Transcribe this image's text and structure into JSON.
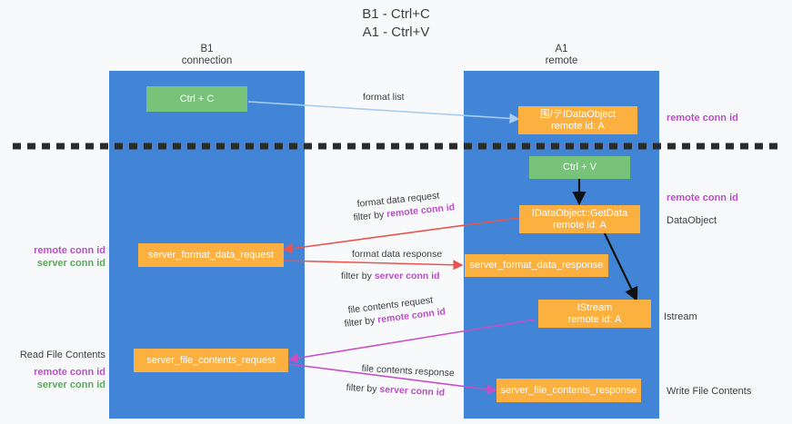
{
  "title": {
    "line1": "B1 - Ctrl+C",
    "line2": "A1 - Ctrl+V"
  },
  "columns": [
    {
      "name": "B1",
      "sub": "connection"
    },
    {
      "name": "A1",
      "sub": "remote"
    }
  ],
  "boxes": {
    "ctrl_c": "Ctrl + C",
    "ctrl_v": "Ctrl + V",
    "idataobject": "IDataObject",
    "idataobject_prefix": "围/テ",
    "idataobject_sub": "remote id: A",
    "getdata": "IDataObject::GetData",
    "getdata_sub": "remote id: A",
    "istream": "IStream",
    "istream_sub": "remote id: A",
    "server_format_data_request": "server_format_data_request",
    "server_format_data_response": "server_format_data_response",
    "server_file_contents_request": "server_file_contents_request",
    "server_file_contents_response": "server_file_contents_response"
  },
  "mid_labels": {
    "format_list": "format list",
    "format_data_request": "format data request",
    "format_data_request_filter_prefix": "filter by ",
    "format_data_request_filter_key": "remote conn id",
    "format_data_response": "format data response",
    "format_data_response_filter_prefix": "filter by ",
    "format_data_response_filter_key": "server conn id",
    "file_contents_request": "file contents request",
    "file_contents_request_filter_prefix": "filter by ",
    "file_contents_request_filter_key": "remote conn id",
    "file_contents_response": "file contents response",
    "file_contents_response_filter_prefix": "filter by ",
    "file_contents_response_filter_key": "server conn id"
  },
  "right_labels": {
    "remote_conn_id_top": "remote conn id",
    "remote_conn_id_mid": "remote conn id",
    "dataobject": "DataObject",
    "istream": "Istream",
    "write_file_contents": "Write File Contents"
  },
  "left_labels": {
    "remote_conn_id": "remote conn id",
    "server_conn_id": "server conn id",
    "read_file_contents": "Read File Contents",
    "remote_conn_id_2": "remote conn id",
    "server_conn_id_2": "server conn id"
  },
  "colors": {
    "lane": "#4285d6",
    "green_box": "#77c379",
    "orange_box": "#fbb040",
    "purple_text": "#b94fc4",
    "green_text": "#5aa95c",
    "arrow_blue": "#a8cdf0",
    "arrow_red": "#e8554f",
    "arrow_magenta": "#c74fc4",
    "arrow_black": "#000000",
    "background": "#f8f9fa"
  }
}
